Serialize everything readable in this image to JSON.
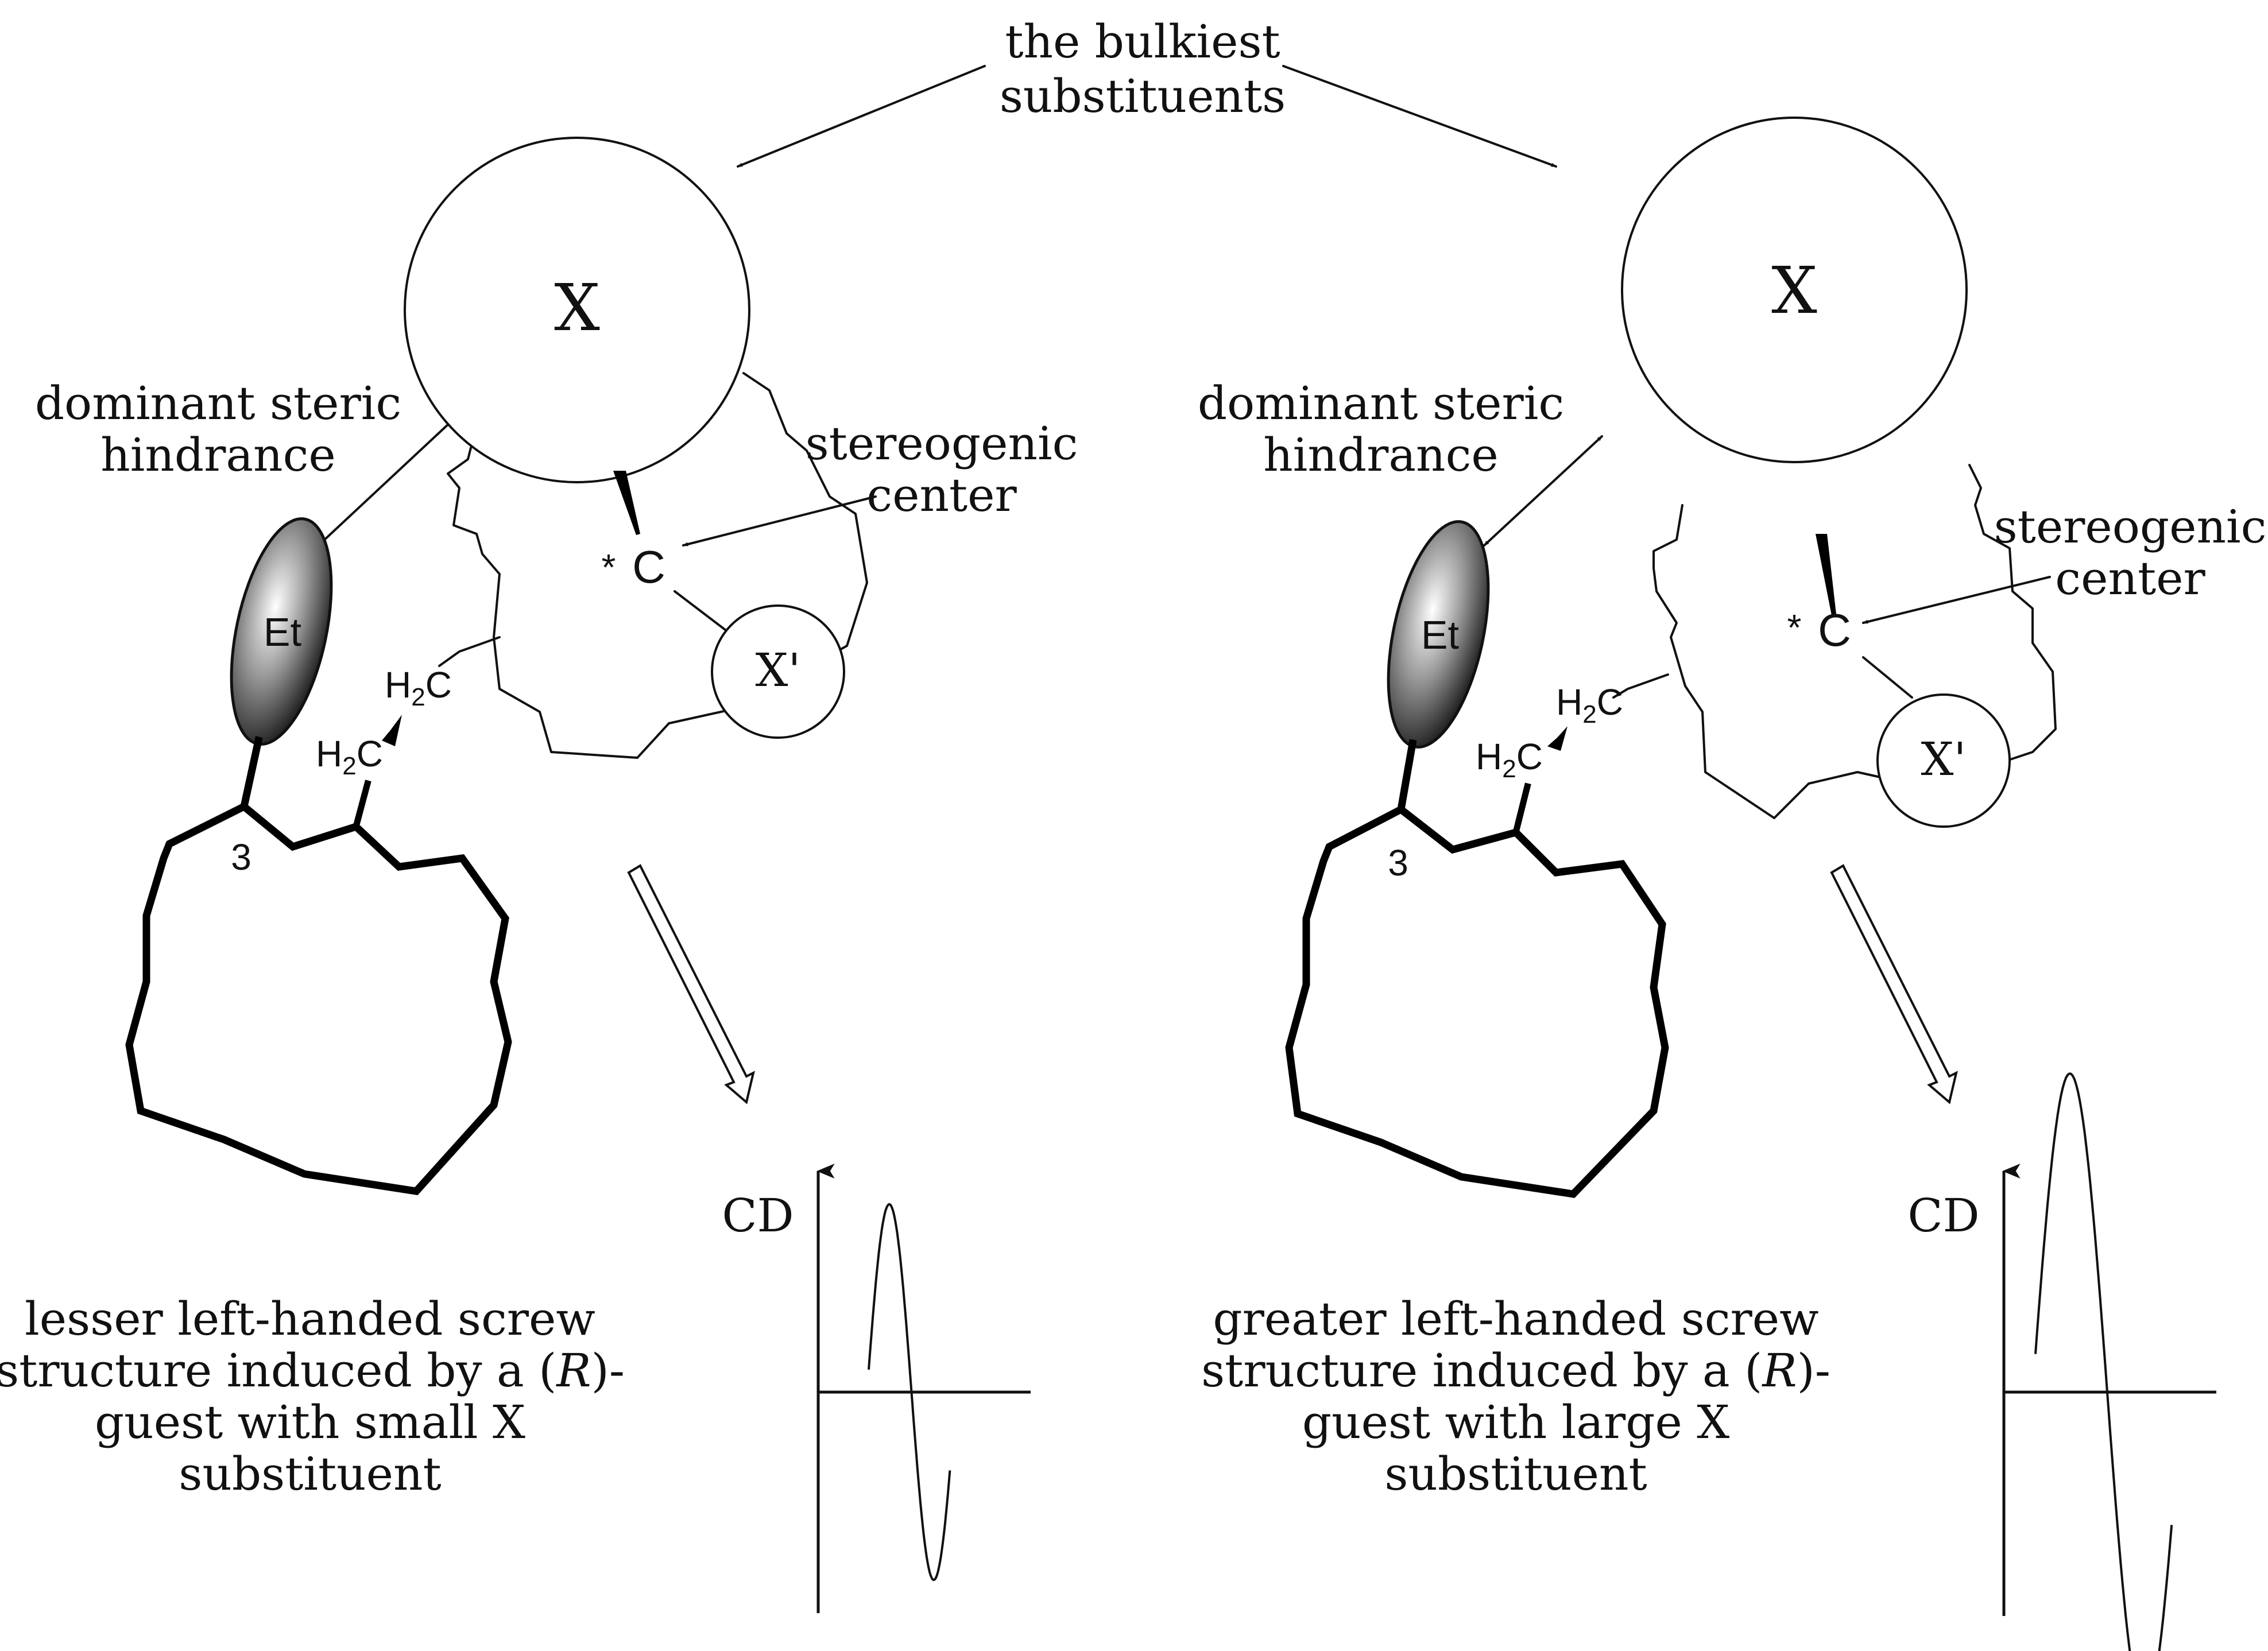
{
  "header": {
    "line1": "the bulkiest",
    "line2": "substituents"
  },
  "panels": [
    {
      "id": "left",
      "x_label": "X",
      "x_prime_label": "X'",
      "hindrance_line1": "dominant steric",
      "hindrance_line2": "hindrance",
      "stereo_line1": "stereogenic",
      "stereo_line2": "center",
      "star": "*",
      "c_label": "C",
      "et_label": "Et",
      "position_label": "3",
      "h2c_main": "H",
      "h2c_sub": "2",
      "h2c_tail": "C",
      "cd_label": "CD",
      "caption_line1": "lesser left-handed screw",
      "caption_line2_pre": "structure induced by a (",
      "caption_line2_r": "R",
      "caption_line2_post": ")-",
      "caption_line3": "guest with small X",
      "caption_line4": "substituent",
      "cd_amplitude": 0.85
    },
    {
      "id": "right",
      "x_label": "X",
      "x_prime_label": "X'",
      "hindrance_line1": "dominant steric",
      "hindrance_line2": "hindrance",
      "stereo_line1": "stereogenic",
      "stereo_line2": "center",
      "star": "*",
      "c_label": "C",
      "et_label": "Et",
      "position_label": "3",
      "h2c_main": "H",
      "h2c_sub": "2",
      "h2c_tail": "C",
      "cd_label": "CD",
      "caption_line1": "greater left-handed screw",
      "caption_line2_pre": "structure induced by a (",
      "caption_line2_r": "R",
      "caption_line2_post": ")-",
      "caption_line3": "guest with large X",
      "caption_line4": "substituent",
      "cd_amplitude": 1.0
    }
  ]
}
